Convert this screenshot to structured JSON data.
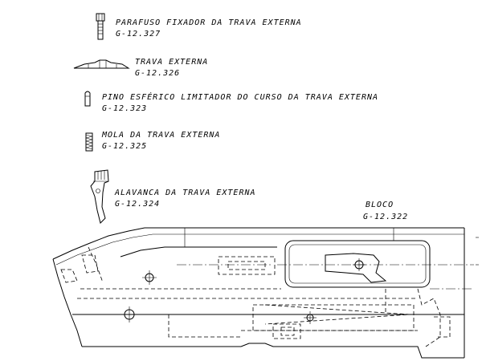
{
  "parts": [
    {
      "id": "parafuso",
      "name": "PARAFUSO FIXADOR DA TRAVA EXTERNA",
      "code": "G-12.327",
      "icon": "screw-icon"
    },
    {
      "id": "trava",
      "name": "TRAVA EXTERNA",
      "code": "G-12.326",
      "icon": "latch-plate-icon"
    },
    {
      "id": "pino",
      "name": "PINO ESFÉRICO LIMITADOR DO CURSO DA TRAVA EXTERNA",
      "code": "G-12.323",
      "icon": "ball-pin-icon"
    },
    {
      "id": "mola",
      "name": "MOLA DA TRAVA EXTERNA",
      "code": "G-12.325",
      "icon": "spring-icon"
    },
    {
      "id": "alavanca",
      "name": "ALAVANCA DA TRAVA EXTERNA",
      "code": "G-12.324",
      "icon": "lever-icon"
    }
  ],
  "assembly": {
    "name": "BLOCO",
    "code": "G-12.322"
  }
}
